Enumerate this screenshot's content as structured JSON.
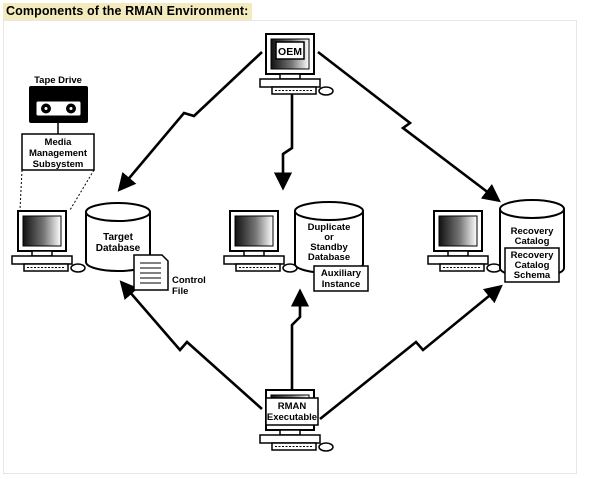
{
  "title": "Components of the RMAN Environment:",
  "nodes": {
    "oem": "OEM",
    "tape_drive": "Tape Drive",
    "media_management": [
      "Media",
      "Management",
      "Subsystem"
    ],
    "target_database": [
      "Target",
      "Database"
    ],
    "control_file": [
      "Control",
      "File"
    ],
    "duplicate_database": [
      "Duplicate",
      "or",
      "Standby",
      "Database"
    ],
    "auxiliary_instance": [
      "Auxiliary",
      "Instance"
    ],
    "recovery_catalog": [
      "Recovery",
      "Catalog"
    ],
    "recovery_catalog_schema": [
      "Recovery",
      "Catalog",
      "Schema"
    ],
    "rman_executable": [
      "RMAN",
      "Executable"
    ]
  }
}
